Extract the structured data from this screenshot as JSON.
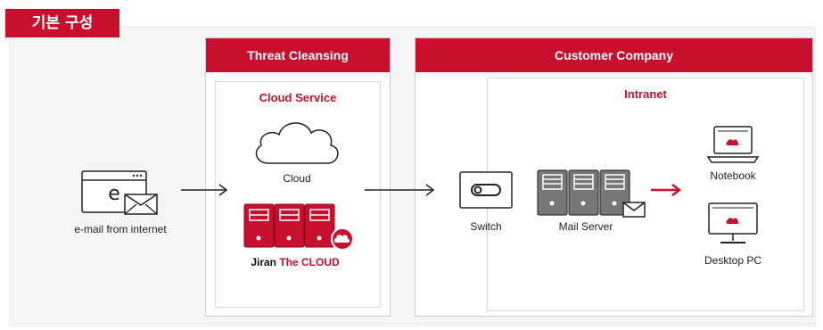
{
  "header": {
    "tag_label": "기본 구성"
  },
  "sections": {
    "threat": {
      "title": "Threat Cleansing",
      "inner_title": "Cloud Service"
    },
    "customer": {
      "title": "Customer Company",
      "inner_title": "Intranet"
    }
  },
  "nodes": {
    "email": {
      "label": "e-mail from internet",
      "glyph": "e",
      "icon": "email-window-icon"
    },
    "cloud": {
      "label": "Cloud",
      "icon": "cloud-icon"
    },
    "jiran": {
      "brand_prefix": "Jiran",
      "brand_suffix": "The CLOUD",
      "icon": "server-rack-icon"
    },
    "switch": {
      "label": "Switch",
      "icon": "switch-icon"
    },
    "mail_server": {
      "label": "Mail Server",
      "icon": "mail-server-icon"
    },
    "notebook": {
      "label": "Notebook",
      "icon": "laptop-icon"
    },
    "desktop": {
      "label": "Desktop PC",
      "icon": "monitor-icon"
    }
  },
  "colors": {
    "accent": "#c8102e",
    "stroke": "#222222",
    "gray": "#777777"
  }
}
